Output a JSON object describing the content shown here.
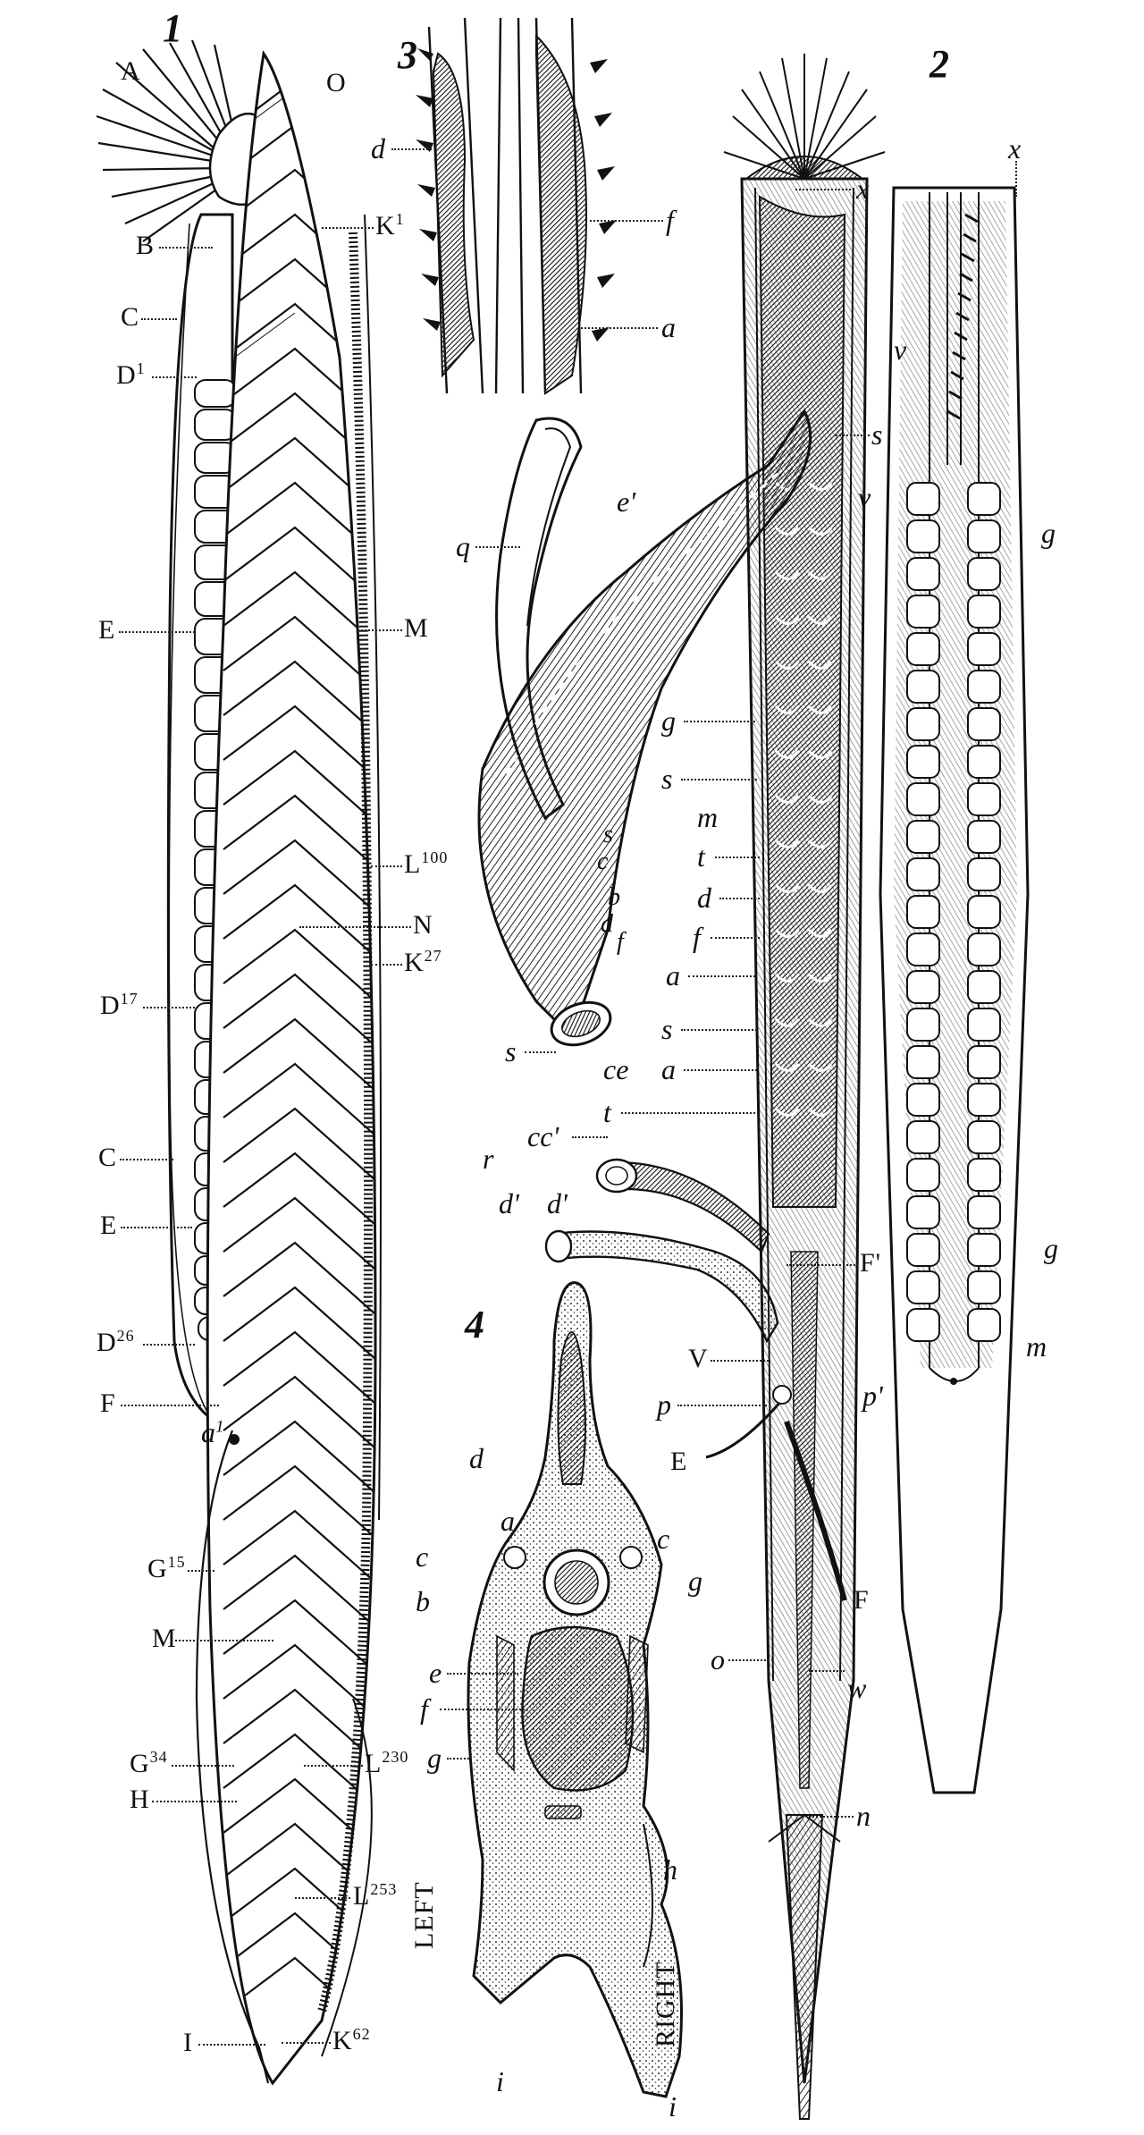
{
  "figures": {
    "fig1": {
      "number": "1",
      "labels": {
        "A": "A",
        "B": "B",
        "C1": "C",
        "D1": "D",
        "D1_sup": "1",
        "E1": "E",
        "D17": "D",
        "D17_sup": "17",
        "C2": "C",
        "E2": "E",
        "D26": "D",
        "D26_sup": "26",
        "F": "F",
        "a1": "a",
        "a1_sup": "1",
        "G15": "G",
        "G15_sup": "15",
        "M2": "M",
        "G34": "G",
        "G34_sup": "34",
        "H": "H",
        "I": "I",
        "O": "O",
        "K1": "K",
        "K1_sup": "1",
        "M1": "M",
        "L100": "L",
        "L100_sup": "100",
        "N": "N",
        "K27": "K",
        "K27_sup": "27",
        "L230": "L",
        "L230_sup": "230",
        "L253": "L",
        "L253_sup": "253",
        "K62": "K",
        "K62_sup": "62"
      }
    },
    "fig2": {
      "number": "2",
      "labels": {
        "x1": "x",
        "x2": "x",
        "s1": "s",
        "v1": "v",
        "v2": "v",
        "g1": "g",
        "g2": "g",
        "s2": "s",
        "m1": "m",
        "t1": "t",
        "d1": "d",
        "f1": "f",
        "a1": "a",
        "s3": "s",
        "a2": "a",
        "t2": "t",
        "cc1": "cc'",
        "r": "r",
        "d2": "d'",
        "d3": "d'",
        "F1": "F'",
        "V": "V",
        "p": "p",
        "E": "E",
        "F": "F",
        "o": "o",
        "w": "w",
        "n": "n",
        "g3": "g",
        "m2": "m",
        "p1": "p'",
        "q": "q",
        "e1": "e'",
        "s4": "s",
        "c": "c",
        "b": "b",
        "d4": "d",
        "f2": "f",
        "s5": "s",
        "ce": "ce"
      }
    },
    "fig3": {
      "number": "3",
      "labels": {
        "d": "d",
        "f": "f",
        "a": "a"
      }
    },
    "fig4": {
      "number": "4",
      "labels": {
        "d": "d",
        "a": "a",
        "c1": "c",
        "c2": "c",
        "b": "b",
        "g1": "g",
        "e": "e",
        "f": "f",
        "g2": "g",
        "h": "h",
        "left": "LEFT",
        "right": "RIGHT",
        "i1": "i",
        "i2": "i"
      }
    }
  },
  "colors": {
    "ink": "#111111",
    "paper": "#ffffff"
  }
}
